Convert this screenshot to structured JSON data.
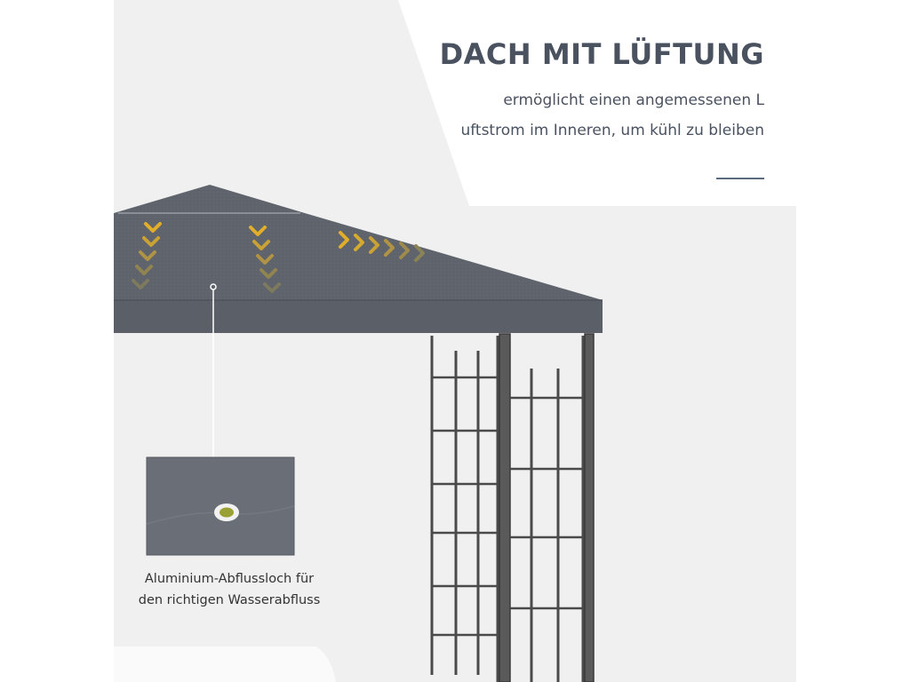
{
  "headline": "DACH MIT LÜFTUNG",
  "description_lines": [
    "ermöglicht einen angemessenen L",
    "uftstrom im Inneren, um kühl zu bleiben"
  ],
  "detail_caption_lines": [
    "Aluminium-Abflussloch für",
    "den richtigen Wasserabfluss"
  ],
  "colors": {
    "canopy": "#5f646c",
    "frame": "#4a4a4a",
    "arrow_highlight": "#d9a82a",
    "heading_text": "#4a5260",
    "accent_line": "#5a6a80"
  },
  "icons": {
    "airflow": "chevron-arrow-icon",
    "drain": "drain-hole-icon"
  }
}
